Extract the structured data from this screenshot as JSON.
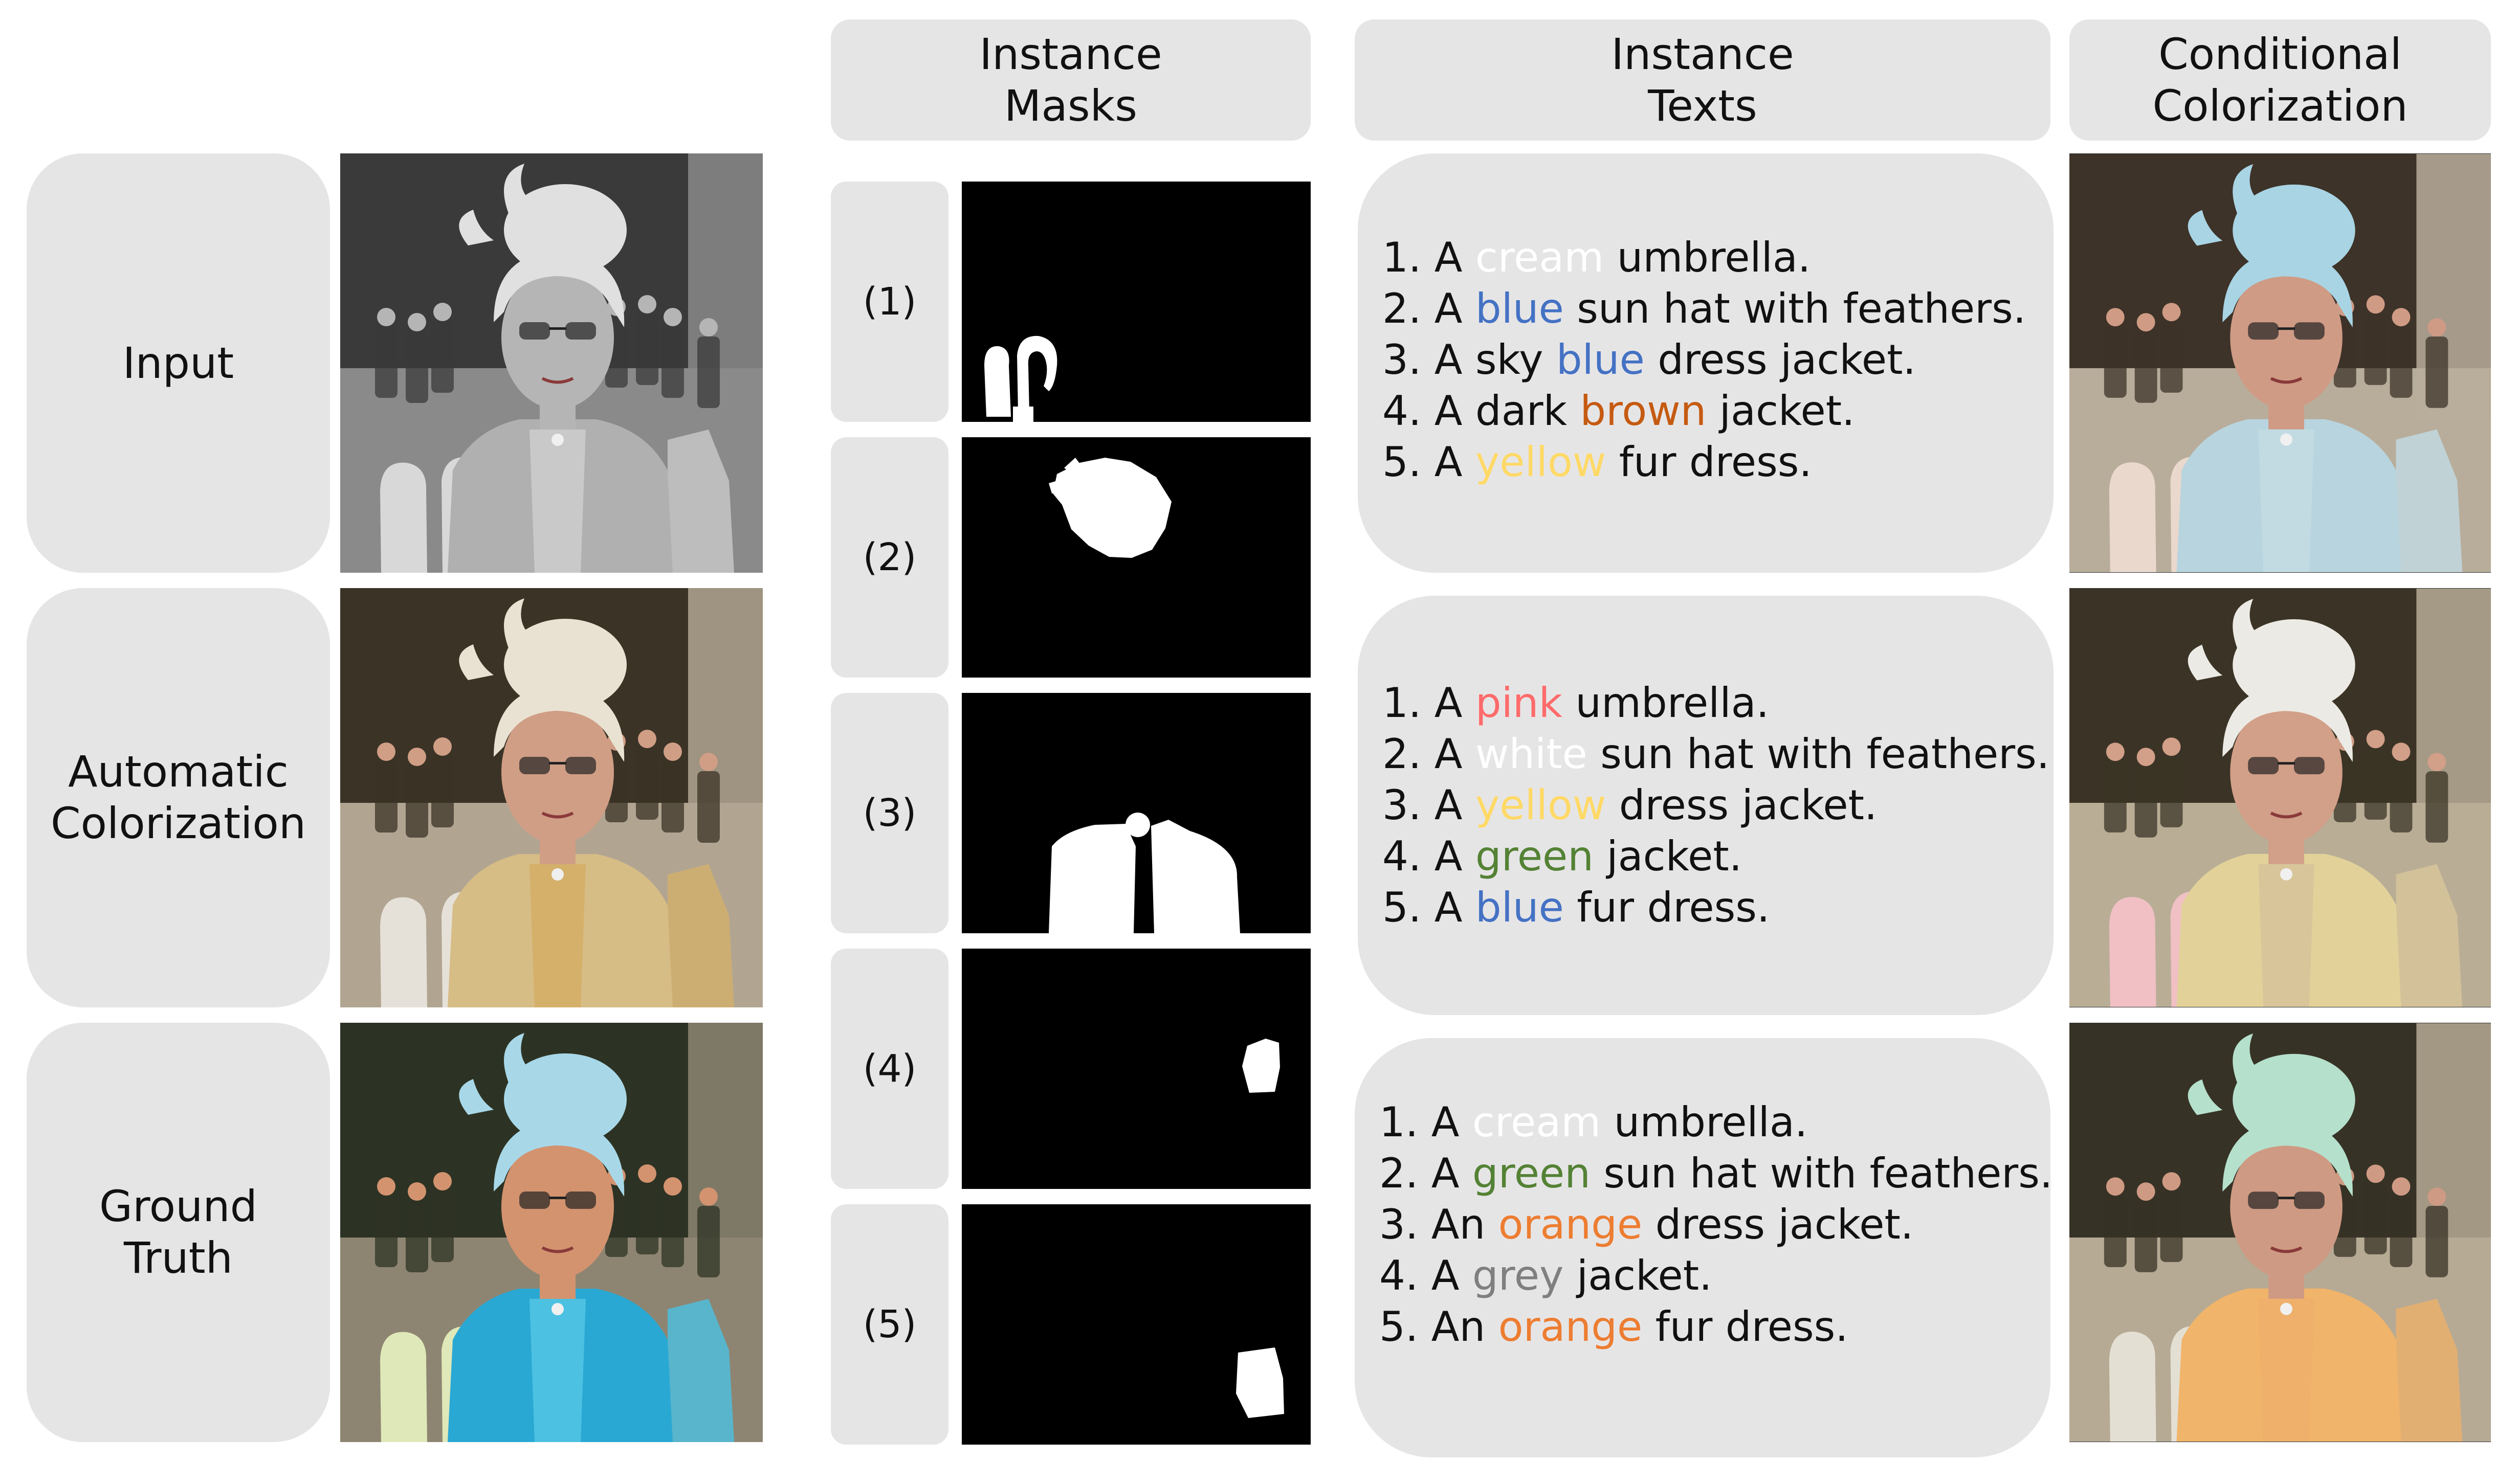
{
  "headers": {
    "masks": "Instance\nMasks",
    "texts": "Instance\nTexts",
    "conditional": "Conditional\nColorization"
  },
  "row_labels": {
    "input": "Input",
    "automatic": "Automatic\nColorization",
    "ground_truth": "Ground\nTruth"
  },
  "mask_numbers": [
    "(1)",
    "(2)",
    "(3)",
    "(4)",
    "(5)"
  ],
  "text_sets": [
    {
      "lines": [
        {
          "num": "1.",
          "pre": "A ",
          "color_word": "cream",
          "color": "#ffffff",
          "post": " umbrella."
        },
        {
          "num": "2.",
          "pre": "A ",
          "color_word": "blue",
          "color": "#4472c4",
          "post": " sun hat with feathers."
        },
        {
          "num": "3.",
          "pre": "A sky ",
          "color_word": "blue",
          "color": "#4472c4",
          "post": " dress jacket."
        },
        {
          "num": "4.",
          "pre": "A dark ",
          "color_word": "brown",
          "color": "#c55a11",
          "post": " jacket."
        },
        {
          "num": "5.",
          "pre": "A ",
          "color_word": "yellow",
          "color": "#ffd966",
          "post": " fur dress."
        }
      ]
    },
    {
      "lines": [
        {
          "num": "1.",
          "pre": "A ",
          "color_word": "pink",
          "color": "#ff6b6b",
          "post": " umbrella."
        },
        {
          "num": "2.",
          "pre": "A ",
          "color_word": "white",
          "color": "#ffffff",
          "post": " sun hat with feathers."
        },
        {
          "num": "3.",
          "pre": "A ",
          "color_word": "yellow",
          "color": "#ffd966",
          "post": " dress jacket."
        },
        {
          "num": "4.",
          "pre": "A ",
          "color_word": "green",
          "color": "#548235",
          "post": " jacket."
        },
        {
          "num": "5.",
          "pre": "A ",
          "color_word": "blue",
          "color": "#4472c4",
          "post": " fur dress."
        }
      ]
    },
    {
      "lines": [
        {
          "num": "1.",
          "pre": "A ",
          "color_word": "cream",
          "color": "#ffffff",
          "post": " umbrella."
        },
        {
          "num": "2.",
          "pre": "A ",
          "color_word": "green",
          "color": "#548235",
          "post": " sun hat with feathers."
        },
        {
          "num": "3.",
          "pre": "An ",
          "color_word": "orange",
          "color": "#ed7d31",
          "post": " dress jacket."
        },
        {
          "num": "4.",
          "pre": "A ",
          "color_word": "grey",
          "color": "#7f7f7f",
          "post": " jacket."
        },
        {
          "num": "5.",
          "pre": "An ",
          "color_word": "orange",
          "color": "#ed7d31",
          "post": " fur dress."
        }
      ]
    }
  ],
  "photo_palettes": {
    "input": {
      "bg": "#3a3a3a",
      "road": "#8a8a8a",
      "hat": "#e0e0e0",
      "jacket": "#b0b0b0",
      "dress": "#c9c9c9",
      "skin": "#b5b5b5",
      "umbrella": "#d8d8d8"
    },
    "automatic": {
      "bg": "#3b3326",
      "road": "#b1a592",
      "hat": "#e9e2d2",
      "jacket": "#d6bc85",
      "dress": "#d4b06a",
      "skin": "#d09e85",
      "umbrella": "#e6e1d8"
    },
    "ground_truth": {
      "bg": "#2d3324",
      "road": "#8d8572",
      "hat": "#a8d8e8",
      "jacket": "#2aa8d4",
      "dress": "#4cc1e2",
      "skin": "#d3936f",
      "umbrella": "#dfe8b8"
    },
    "cond_1": {
      "bg": "#3d3328",
      "road": "#b8ad9b",
      "hat": "#a9d4e4",
      "jacket": "#b8d4de",
      "dress": "#c2dbe3",
      "skin": "#cf9b85",
      "umbrella": "#ead8cc"
    },
    "cond_2": {
      "bg": "#3b3426",
      "road": "#b9ad96",
      "hat": "#eceae4",
      "jacket": "#e2d29a",
      "dress": "#d8c69a",
      "skin": "#d29f88",
      "umbrella": "#f0c0c4"
    },
    "cond_3": {
      "bg": "#373226",
      "road": "#b6aa95",
      "hat": "#b5e0cc",
      "jacket": "#f0b46a",
      "dress": "#eeb06a",
      "skin": "#cf9a83",
      "umbrella": "#e4dfd3"
    }
  }
}
